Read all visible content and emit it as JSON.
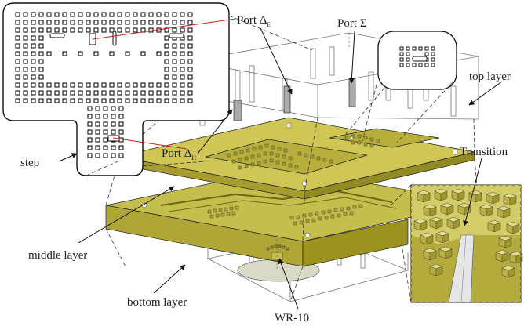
{
  "labels": {
    "port_delta_e": "Port Δ",
    "port_delta_e_sub": "E",
    "port_sigma": "Port Σ",
    "port_delta_h": "Port Δ",
    "port_delta_h_sub": "H",
    "top_layer": "top layer",
    "step": "step",
    "transition": "Transition",
    "middle_layer": "middle layer",
    "bottom_layer": "bottom layer",
    "wr10": "WR-10"
  },
  "colors": {
    "metal_top": "#c9c150",
    "metal_side": "#b1a635",
    "metal_dark": "#8f8620",
    "metal_light": "#ddd67a",
    "outline": "#111111",
    "leader_red": "#d21f1f",
    "wire": "#666666",
    "background": "#ffffff"
  }
}
